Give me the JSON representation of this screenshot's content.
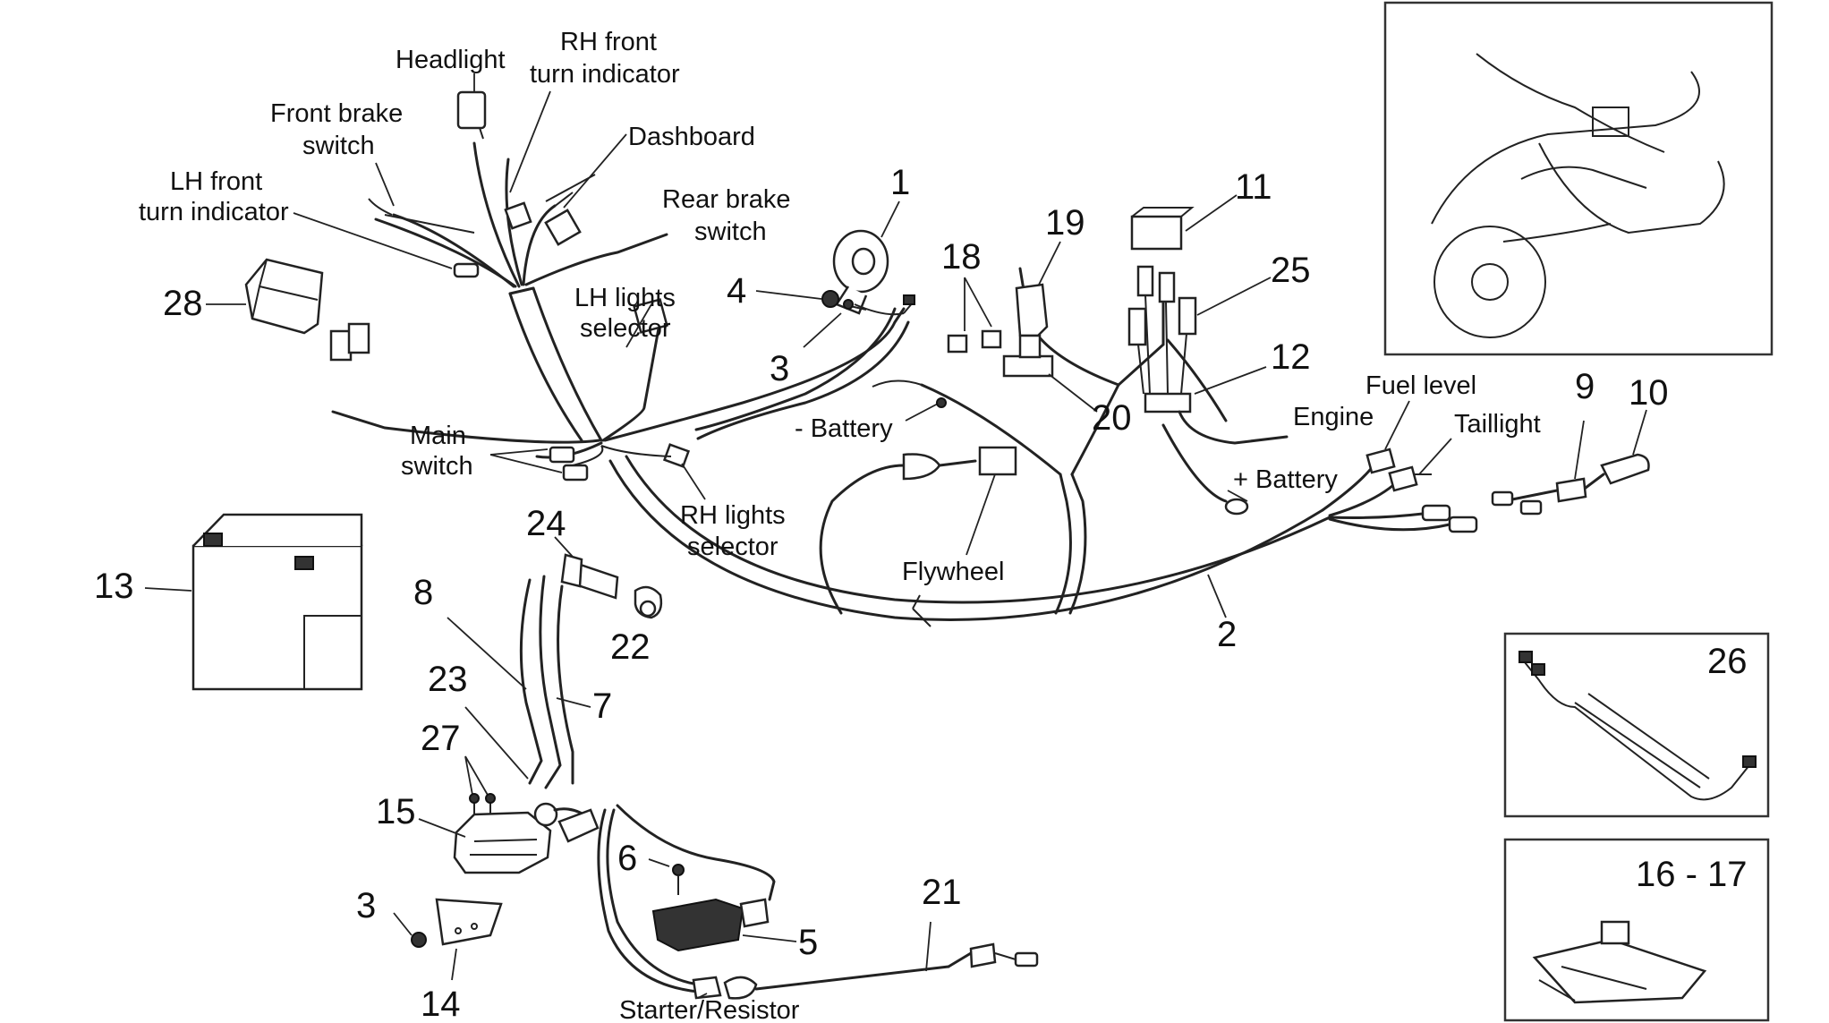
{
  "labels": {
    "headlight": "Headlight",
    "rh_front_turn_1": "RH front",
    "rh_front_turn_2": "turn indicator",
    "front_brake_1": "Front brake",
    "front_brake_2": "switch",
    "dashboard": "Dashboard",
    "lh_front_turn_1": "LH front",
    "lh_front_turn_2": "turn indicator",
    "rear_brake_1": "Rear brake",
    "rear_brake_2": "switch",
    "lh_lights_1": "LH lights",
    "lh_lights_2": "selector",
    "main_switch_1": "Main",
    "main_switch_2": "switch",
    "rh_lights_1": "RH lights",
    "rh_lights_2": "selector",
    "minus_battery": "- Battery",
    "flywheel": "Flywheel",
    "engine": "Engine",
    "plus_battery": "+ Battery",
    "fuel_level": "Fuel level",
    "taillight": "Taillight",
    "starter_resistor": "Starter/Resistor"
  },
  "part_numbers": {
    "n1": "1",
    "n2": "2",
    "n3a": "3",
    "n3b": "3",
    "n4": "4",
    "n5": "5",
    "n6": "6",
    "n7": "7",
    "n8": "8",
    "n9": "9",
    "n10": "10",
    "n11": "11",
    "n12": "12",
    "n13": "13",
    "n14": "14",
    "n15": "15",
    "n18": "18",
    "n19": "19",
    "n20": "20",
    "n21": "21",
    "n22": "22",
    "n23": "23",
    "n24": "24",
    "n25": "25",
    "n26": "26",
    "n27": "27",
    "n28": "28",
    "n16_17": "16 - 17"
  },
  "colors": {
    "line": "#222222",
    "background": "#ffffff"
  }
}
